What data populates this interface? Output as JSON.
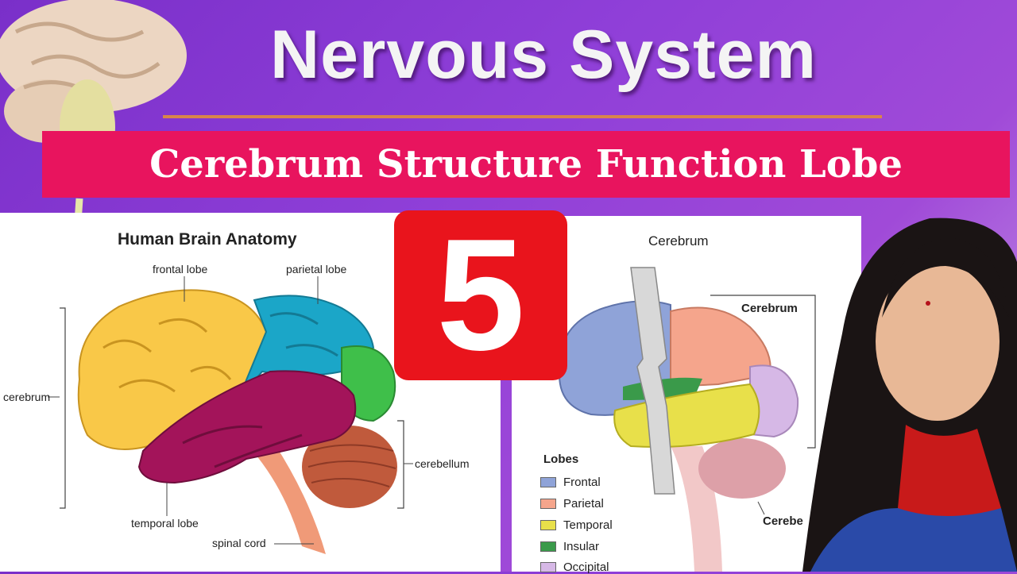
{
  "title": "Nervous System",
  "banner": "Cerebrum Structure Function Lobe",
  "badge_number": "5",
  "left_diagram": {
    "heading": "Human Brain Anatomy",
    "labels": {
      "frontal": "frontal lobe",
      "parietal": "parietal lobe",
      "cerebrum": "cerebrum",
      "cerebellum": "cerebellum",
      "temporal": "temporal lobe",
      "spinal": "spinal cord"
    }
  },
  "right_diagram": {
    "heading": "Cerebrum",
    "side_label": "Cerebrum",
    "cut_label": "Cerebe",
    "legend_title": "Lobes",
    "legend": [
      {
        "label": "Frontal",
        "color": "#8fa3d8"
      },
      {
        "label": "Parietal",
        "color": "#f5a58c"
      },
      {
        "label": "Temporal",
        "color": "#e8e04a"
      },
      {
        "label": "Insular",
        "color": "#3a9a4a"
      },
      {
        "label": "Occipital",
        "color": "#d6b8e6"
      }
    ]
  },
  "colors": {
    "frontal_left": "#f9c848",
    "parietal_left": "#1ba6c8",
    "occipital_left": "#3fbf4a",
    "temporal_left": "#a3145a",
    "cerebellum_left": "#c05a3c",
    "banner": "#e8145e",
    "badge": "#e9141c"
  }
}
